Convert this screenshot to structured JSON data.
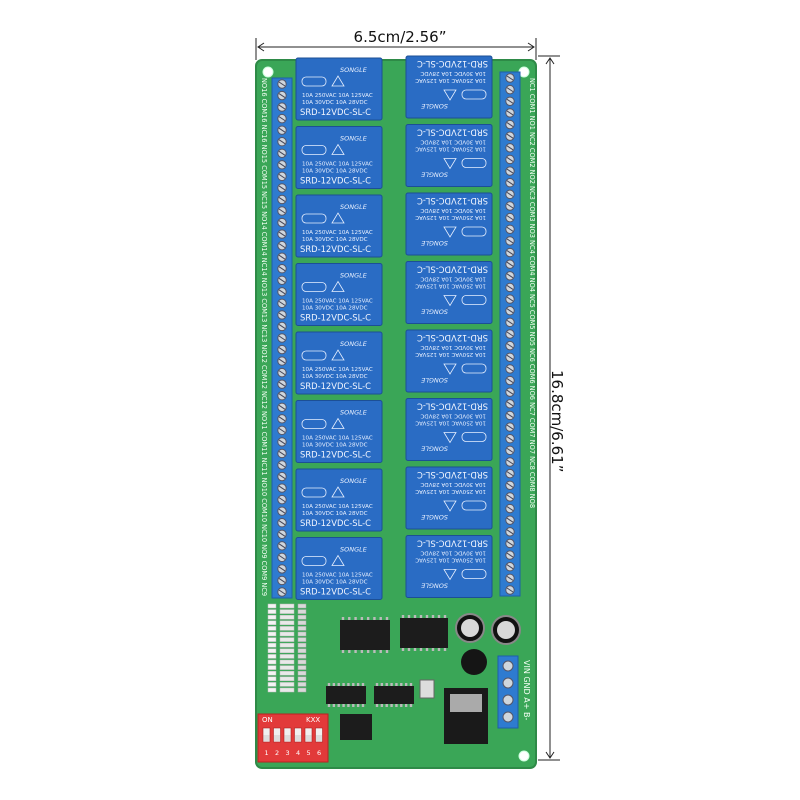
{
  "dimensions": {
    "width_label": "6.5cm/2.56”",
    "height_label": "16.8cm/6.61”"
  },
  "relay": {
    "brand": "SONGLE",
    "model": "SRD-12VDC-SL-C",
    "rating_1": "10A 250VAC  10A 125VAC",
    "rating_2": "10A  30VDC  10A  28VDC",
    "count": 16
  },
  "terminals": {
    "left": [
      "NO16",
      "COM16",
      "NC16",
      "NO15",
      "COM15",
      "NC15",
      "NO14",
      "COM14",
      "NC14",
      "NO13",
      "COM13",
      "NC13",
      "NO12",
      "COM12",
      "NC12",
      "NO11",
      "COM11",
      "NC11",
      "NO10",
      "COM10",
      "NC10",
      "NO9",
      "COM9",
      "NC9"
    ],
    "right": [
      "NC1",
      "COM1",
      "NO1",
      "NC2",
      "COM2",
      "NO2",
      "NC3",
      "COM3",
      "NO3",
      "NC4",
      "COM4",
      "NO4",
      "NC5",
      "COM5",
      "NO5",
      "NC6",
      "COM6",
      "NO6",
      "NC7",
      "COM7",
      "NO7",
      "NC8",
      "COM8",
      "NO8"
    ],
    "power": [
      "VIN",
      "GND",
      "A+",
      "B-"
    ]
  },
  "dip_switch": {
    "label_on": "ON",
    "label_brand": "KXX",
    "positions": [
      "1",
      "2",
      "3",
      "4",
      "5",
      "6"
    ]
  },
  "colors": {
    "board": "#3aa657",
    "relay": "#2a6cc4",
    "terminal": "#2e7bd0",
    "dip": "#e23a3a"
  }
}
